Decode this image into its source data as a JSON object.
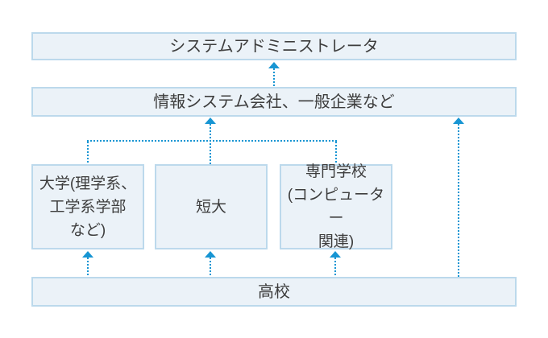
{
  "diagram": {
    "description": "Education-to-career path flow diagram (all connections are upward dotted arrows)",
    "nodes": {
      "admin": {
        "label": "システムアドミニストレータ"
      },
      "companies": {
        "label": "情報システム会社、一般企業など"
      },
      "university": {
        "label": "大学(理学系、\n工学系学部\nなど)"
      },
      "junior_college": {
        "label": "短大"
      },
      "vocational": {
        "label": "専門学校\n(コンピューター\n関連)"
      },
      "high_school": {
        "label": "高校"
      }
    },
    "edges": [
      {
        "from": "companies",
        "to": "admin",
        "style": "dotted-arrow"
      },
      {
        "from": "university",
        "to": "companies",
        "style": "dotted-arrow"
      },
      {
        "from": "junior_college",
        "to": "companies",
        "style": "dotted-arrow"
      },
      {
        "from": "vocational",
        "to": "companies",
        "style": "dotted-arrow"
      },
      {
        "from": "high_school",
        "to": "companies",
        "style": "dotted-arrow"
      },
      {
        "from": "high_school",
        "to": "university",
        "style": "dotted-arrow"
      },
      {
        "from": "high_school",
        "to": "junior_college",
        "style": "dotted-arrow"
      },
      {
        "from": "high_school",
        "to": "vocational",
        "style": "dotted-arrow"
      }
    ],
    "colors": {
      "arrow_color": "#1795d3",
      "box_fill": "#ebf2f8",
      "box_border": "#bcd9ec",
      "text_color": "#3d3d3d"
    }
  }
}
